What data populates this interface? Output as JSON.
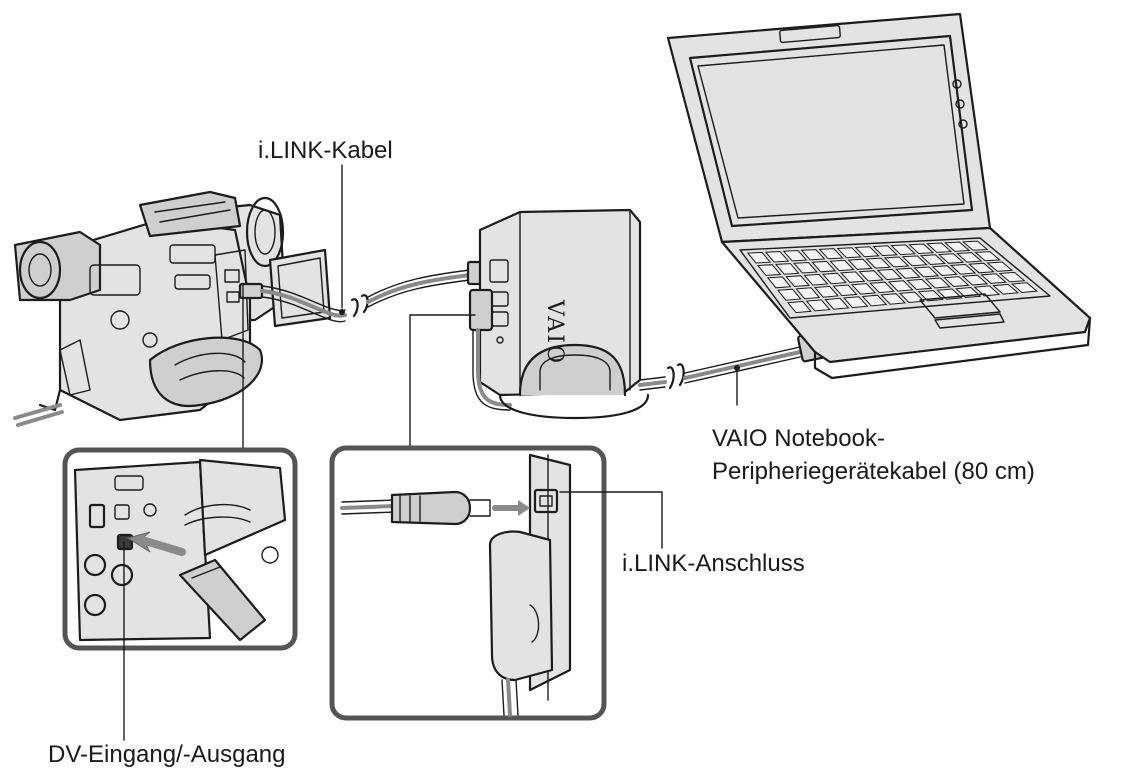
{
  "labels": {
    "ilink_cable": "i.LINK-Kabel",
    "vaio_cable_line1": "VAIO Notebook-",
    "vaio_cable_line2": "Peripheriegerätekabel (80 cm)",
    "ilink_port": "i.LINK-Anschluss",
    "dv_port": "DV-Eingang/-Ausgang"
  },
  "device_text": {
    "vaio_logo": "VAIO"
  }
}
